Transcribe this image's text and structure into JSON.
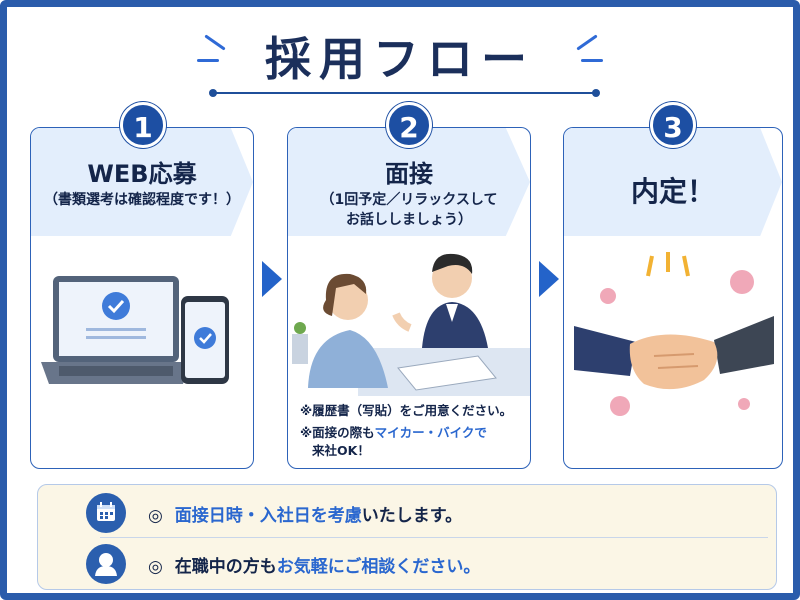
{
  "title": "採用フロー",
  "colors": {
    "frame": "#2a5cab",
    "accent": "#2463c9",
    "badge": "#1d4fa3",
    "highlight": "#2a67cf",
    "panel": "#e3eefc",
    "bottom_bg": "#fbf6e6"
  },
  "steps": [
    {
      "number": "1",
      "title": "WEB応募",
      "subtitle": "（書類選考は確認程度です！）",
      "icons": [
        "laptop-icon",
        "smartphone-icon",
        "checkmark-icon"
      ]
    },
    {
      "number": "2",
      "title": "面接",
      "subtitle_line1": "（1回予定／リラックスして",
      "subtitle_line2": "お話ししましょう）",
      "note1": "※履歴書（写貼）をご用意ください。",
      "note2_prefix": "※面接の際も",
      "note2_highlight": "マイカー・バイクで",
      "note2_line2": "来社OK！",
      "icons": [
        "interview-illustration-icon"
      ]
    },
    {
      "number": "3",
      "title": "内定！",
      "icons": [
        "handshake-icon",
        "sakura-icon"
      ]
    }
  ],
  "bottom": {
    "row1": {
      "mark": "◎",
      "highlight": "面接日時・入社日を考慮",
      "rest": "いたします。",
      "icon": "calendar-icon"
    },
    "row2": {
      "mark": "◎",
      "prefix": "在職中の方も",
      "highlight": "お気軽にご相談ください。",
      "icon": "person-icon"
    }
  }
}
